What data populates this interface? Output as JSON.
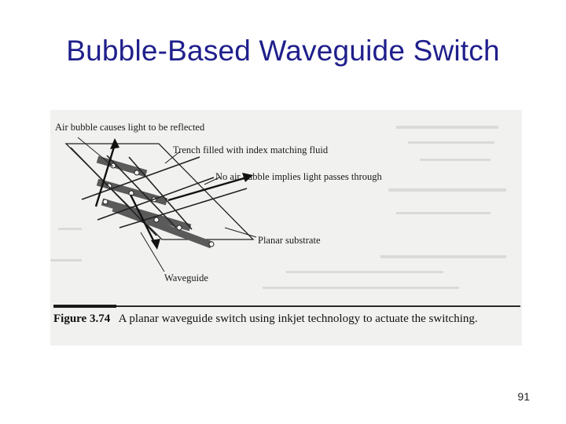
{
  "slide": {
    "title": "Bubble-Based Waveguide Switch",
    "page_number": "91"
  },
  "figure": {
    "labels": {
      "air_bubble": "Air bubble causes light to be reflected",
      "trench": "Trench filled with index matching fluid",
      "no_air_bubble": "No air bubble implies light passes through",
      "substrate": "Planar substrate",
      "waveguide": "Waveguide"
    },
    "caption": {
      "label": "Figure 3.74",
      "text": "A planar waveguide switch using inkjet technology to actuate the switching."
    }
  }
}
